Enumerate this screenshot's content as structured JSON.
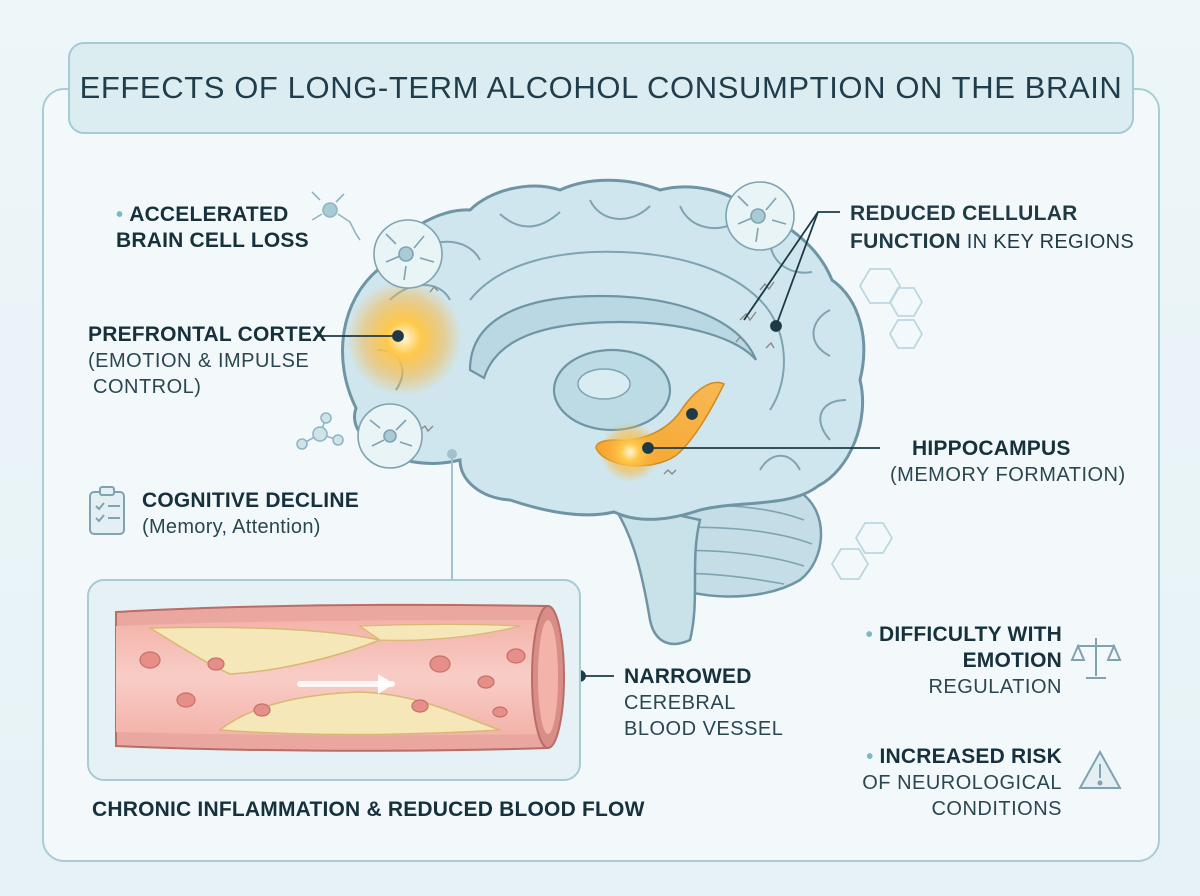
{
  "title": "EFFECTS OF LONG-TERM ALCOHOL CONSUMPTION ON THE BRAIN",
  "labels": {
    "brain_cell_loss": {
      "line1": "ACCELERATED",
      "line2": "BRAIN CELL LOSS"
    },
    "reduced_function": {
      "bold1": "REDUCED CELLULAR",
      "bold2": "FUNCTION",
      "rest2": "IN KEY REGIONS"
    },
    "prefrontal": {
      "name": "PREFRONTAL CORTEX",
      "desc1": "(EMOTION & IMPULSE",
      "desc2": "CONTROL)"
    },
    "hippocampus": {
      "name": "HIPPOCAMPUS",
      "desc": "(MEMORY FORMATION)"
    },
    "cognitive": {
      "name": "COGNITIVE DECLINE",
      "desc": "(Memory, Attention)"
    },
    "vessel": {
      "name": "NARROWED",
      "desc1": "CEREBRAL",
      "desc2": "BLOOD VESSEL"
    },
    "emotion": {
      "line1": "DIFFICULTY WITH",
      "line2": "EMOTION",
      "line3": "REGULATION"
    },
    "risk": {
      "line1": "INCREASED RISK",
      "line2": "OF NEUROLOGICAL",
      "line3": "CONDITIONS"
    },
    "caption": "CHRONIC INFLAMMATION & REDUCED BLOOD FLOW"
  },
  "colors": {
    "brain_fill": "#cfe6ee",
    "brain_outline": "#6f95a4",
    "highlight": "#f5a623",
    "vessel_wall": "#e9a7a0",
    "plaque": "#f6e7b8",
    "accent_dot": "#7fb6c6"
  },
  "icons": [
    "neuron-icon",
    "molecule-icon",
    "clipboard-icon",
    "scales-icon",
    "warning-icon",
    "hexagon-icon"
  ]
}
